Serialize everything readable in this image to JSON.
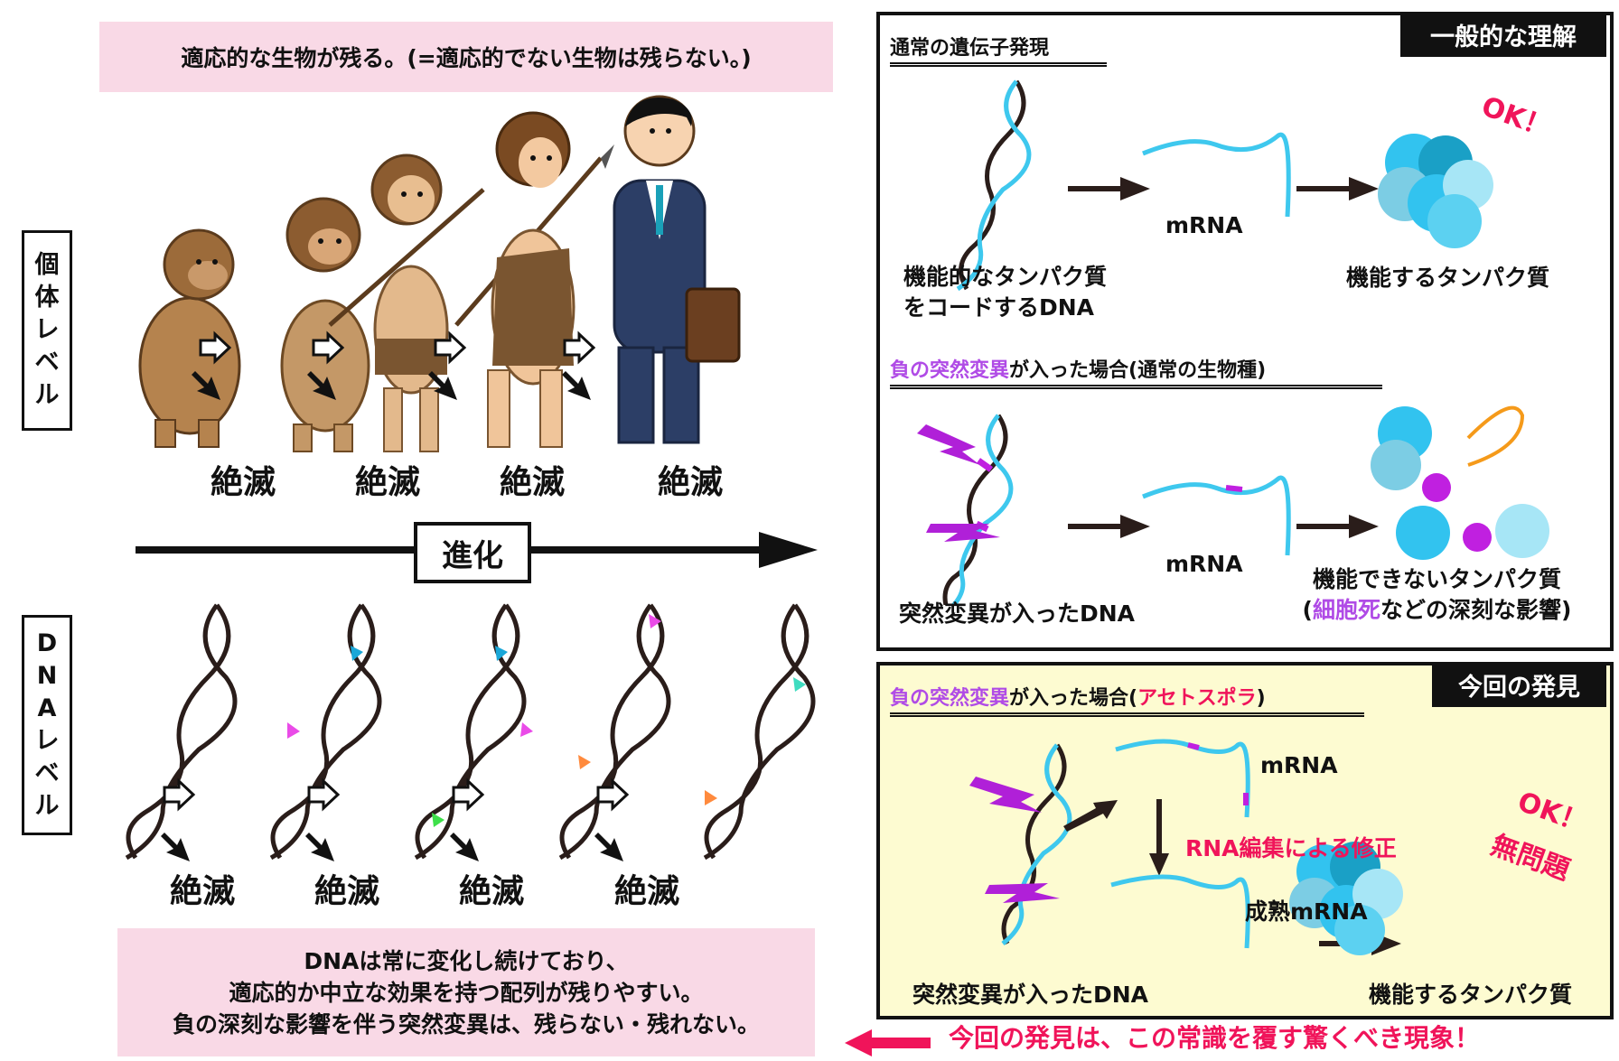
{
  "colors": {
    "pink_box": "#f9d9e6",
    "yellow_panel": "#fdfbd1",
    "accent_red": "#f0145a",
    "accent_purple": "#b04be6",
    "dna_cyan": "#3ec8ee",
    "strand_dark": "#2a1d1a"
  },
  "left": {
    "top_banner": "適応的な生物が残る。(=適応的でない生物は残らない。)",
    "individual_level_chars": [
      "個",
      "体",
      "レ",
      "ベ",
      "ル"
    ],
    "dna_level_chars": [
      "D",
      "N",
      "A",
      "レ",
      "ベ",
      "ル"
    ],
    "extinct_label": "絶滅",
    "evolution_label": "進化",
    "bottom_banner": [
      "DNAは常に変化し続けており、",
      "適応的か中立な効果を持つ配列が残りやすい。",
      "負の深刻な影響を伴う突然変異は、残らない・残れない。"
    ]
  },
  "panel_general": {
    "tag": "一般的な理解",
    "section1": {
      "title": "通常の遺伝子発現",
      "dna_label_line1": "機能的なタンパク質",
      "dna_label_line2": "をコードするDNA",
      "mrna": "mRNA",
      "protein": "機能するタンパク質",
      "ok": "OK！"
    },
    "section2": {
      "title_purple": "負の突然変異",
      "title_rest": "が入った場合(通常の生物種)",
      "dna_label": "突然変異が入ったDNA",
      "mrna": "mRNA",
      "protein_line1": "機能できないタンパク質",
      "protein_open": "(",
      "protein_purple": "細胞死",
      "protein_rest": "などの深刻な影響)"
    }
  },
  "panel_discovery": {
    "tag": "今回の発見",
    "title_purple": "負の突然変異",
    "title_mid": "が入った場合(",
    "title_red": "アセトスポラ",
    "title_end": ")",
    "mrna": "mRNA",
    "edit": "RNA編集による修正",
    "mature": "成熟mRNA",
    "dna_label": "突然変異が入ったDNA",
    "protein": "機能するタンパク質",
    "ok1": "OK！",
    "ok2": "無問題"
  },
  "footnote": "今回の発見は、この常識を覆す驚くべき現象！"
}
